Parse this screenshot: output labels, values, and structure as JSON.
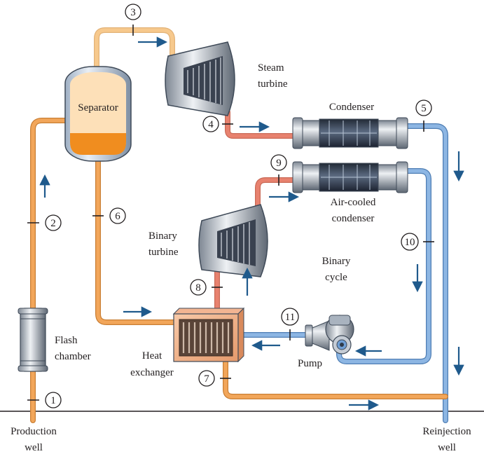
{
  "labels": {
    "production_well": [
      "Production",
      "well"
    ],
    "reinjection_well": [
      "Reinjection",
      "well"
    ],
    "separator": "Separator",
    "steam_turbine": [
      "Steam",
      "turbine"
    ],
    "condenser": "Condenser",
    "air_cooled_condenser": [
      "Air-cooled",
      "condenser"
    ],
    "binary_turbine": [
      "Binary",
      "turbine"
    ],
    "binary_cycle": [
      "Binary",
      "cycle"
    ],
    "flash_chamber": [
      "Flash",
      "chamber"
    ],
    "heat_exchanger": [
      "Heat",
      "exchanger"
    ],
    "pump": "Pump"
  },
  "state_points": [
    "1",
    "2",
    "3",
    "4",
    "5",
    "6",
    "7",
    "8",
    "9",
    "10",
    "11"
  ],
  "colors": {
    "geofluid_pipe": "#f2a65a",
    "steam_pipe": "#f7c98d",
    "hot_binary_pipe": "#e8826f",
    "cold_pipe": "#6f9fd6",
    "arrow": "#1f5a8c",
    "liquid": "#f08d1f",
    "vapor": "#fde0b8"
  }
}
